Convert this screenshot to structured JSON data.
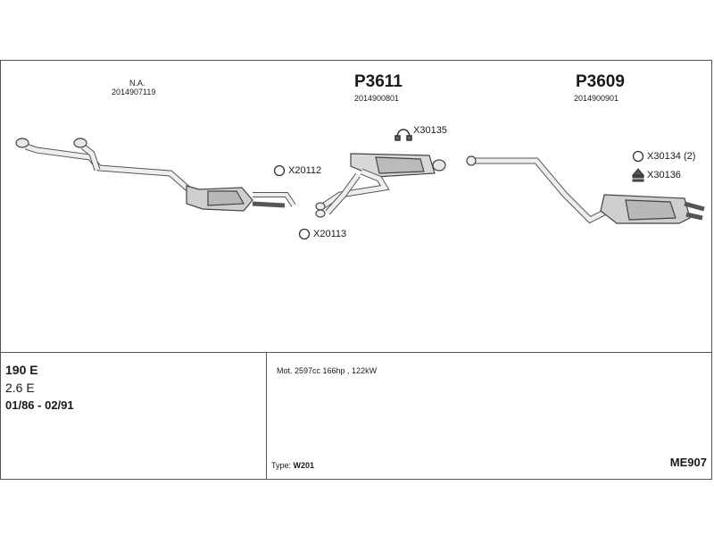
{
  "parts": [
    {
      "id": "front",
      "label": "N.A.",
      "number": "2014907119"
    },
    {
      "id": "middle",
      "label": "P3611",
      "number": "2014900801"
    },
    {
      "id": "rear",
      "label": "P3609",
      "number": "2014900901"
    }
  ],
  "accessories": [
    {
      "id": "x30135",
      "code": "X30135",
      "icon": "clamp-icon"
    },
    {
      "id": "x20112",
      "code": "X20112",
      "icon": "ring-icon"
    },
    {
      "id": "x20113",
      "code": "X20113",
      "icon": "ring-icon"
    },
    {
      "id": "x30134",
      "code": "X30134 (2)",
      "icon": "ring-icon"
    },
    {
      "id": "x30136",
      "code": "X30136",
      "icon": "mounting-icon"
    }
  ],
  "vehicle": {
    "model": "190 E",
    "engine": "2.6 E",
    "years": "01/86 - 02/91",
    "motor": "Mot. 2597cc 166hp , 122kW",
    "type_label": "Type:",
    "type_value": "W201",
    "code": "ME907"
  }
}
